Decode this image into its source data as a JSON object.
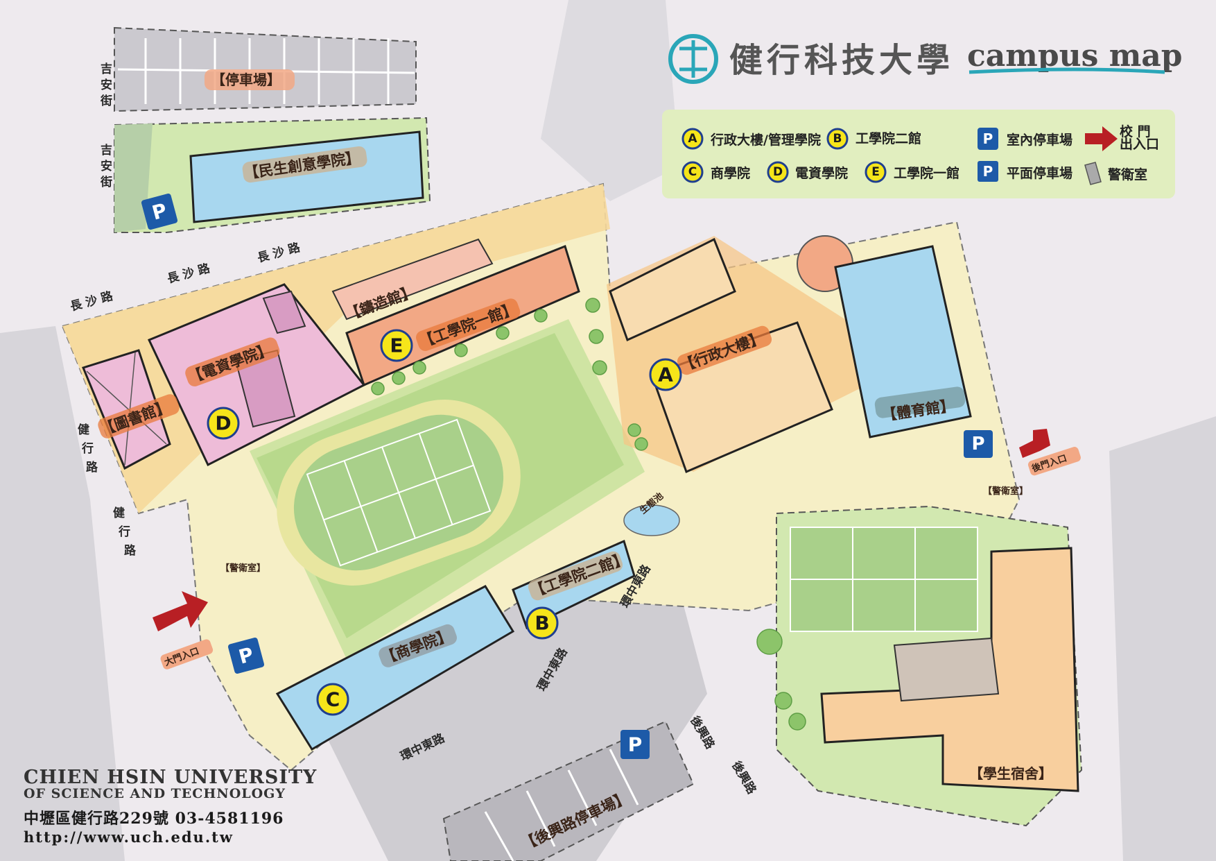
{
  "header": {
    "school_name": "健行科技大學",
    "map_title": "campus map"
  },
  "legend": {
    "items": [
      {
        "letter": "A",
        "label": "行政大樓/管理學院"
      },
      {
        "letter": "B",
        "label": "工學院二館"
      },
      {
        "letter": "C",
        "label": "商學院"
      },
      {
        "letter": "D",
        "label": "電資學院"
      },
      {
        "letter": "E",
        "label": "工學院一館"
      }
    ],
    "indoor_parking": "室內停車場",
    "surface_parking": "平面停車場",
    "gate_entrance_line1": "校 門",
    "gate_entrance_line2": "出入口",
    "guard_room": "警衛室",
    "parking_symbol": "P"
  },
  "buildings": {
    "parking_lot": "【停車場】",
    "minsheng": "【民生創意學院】",
    "foundry": "【鑄造館】",
    "eng1": "【工學院一館】",
    "eecs": "【電資學院】",
    "library": "【圖書館】",
    "admin": "【行政大樓】",
    "gym": "【體育館】",
    "eng2": "【工學院二館】",
    "business": "【商學院】",
    "dorm": "【學生宿舍】",
    "houxing_parking": "【後興路停車場】"
  },
  "markers": {
    "A": "A",
    "B": "B",
    "C": "C",
    "D": "D",
    "E": "E"
  },
  "roads": {
    "jian_line1": "吉",
    "jian_line2": "安",
    "jian_line3": "街",
    "changsha": "長 沙 路",
    "jianxing_line1": "健",
    "jianxing_line2": "行",
    "jianxing_line3": "路",
    "huanzhongdong": "環中東路",
    "houxing": "後興路"
  },
  "labels": {
    "ecology_pond": "生態池",
    "guard_room_tag": "【警衛室】",
    "main_gate": "大門入口",
    "back_gate": "後門入口"
  },
  "footer": {
    "name_line1": "CHIEN HSIN UNIVERSITY",
    "name_line2": "OF SCIENCE AND TECHNOLOGY",
    "address": "中壢區健行路229號 03-4581196",
    "url": "http://www.uch.edu.tw"
  },
  "colors": {
    "background": "#eeeaee",
    "road_gray": "#cfcdd2",
    "campus_cream": "#f6efc6",
    "lawn_green": "#cfe4a3",
    "field_green": "#a9d08a",
    "pink_building": "#eebcd8",
    "orange_building": "#f2a885",
    "blue_building": "#a8d7ef",
    "peach_building": "#f8cf9e",
    "yellow_marker": "#f6e51a",
    "parking_blue": "#1d5aa8",
    "arrow_red": "#b81f24",
    "teal_logo": "#2aa6b8"
  }
}
